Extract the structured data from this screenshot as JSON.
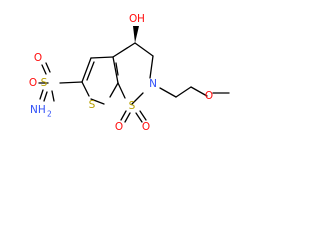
{
  "molecule": {
    "colors": {
      "oxygen": "#ff0d0d",
      "nitrogen": "#3050f8",
      "sulfur": "#b8a000",
      "carbon_bond": "#000000"
    },
    "labels": {
      "hydroxyl_o": "O",
      "hydroxyl_h": "H",
      "sulfonamide_s": "S",
      "sulfonamide_o_top": "O",
      "sulfonamide_o_bottom": "O",
      "sulfonamide_n": "NH",
      "sulfonamide_n_sub": "2",
      "thiophene_s": "S",
      "sulfone_s": "S",
      "sulfone_o_left": "O",
      "sulfone_o_right": "O",
      "ring_n": "N",
      "ether_o": "O"
    }
  }
}
